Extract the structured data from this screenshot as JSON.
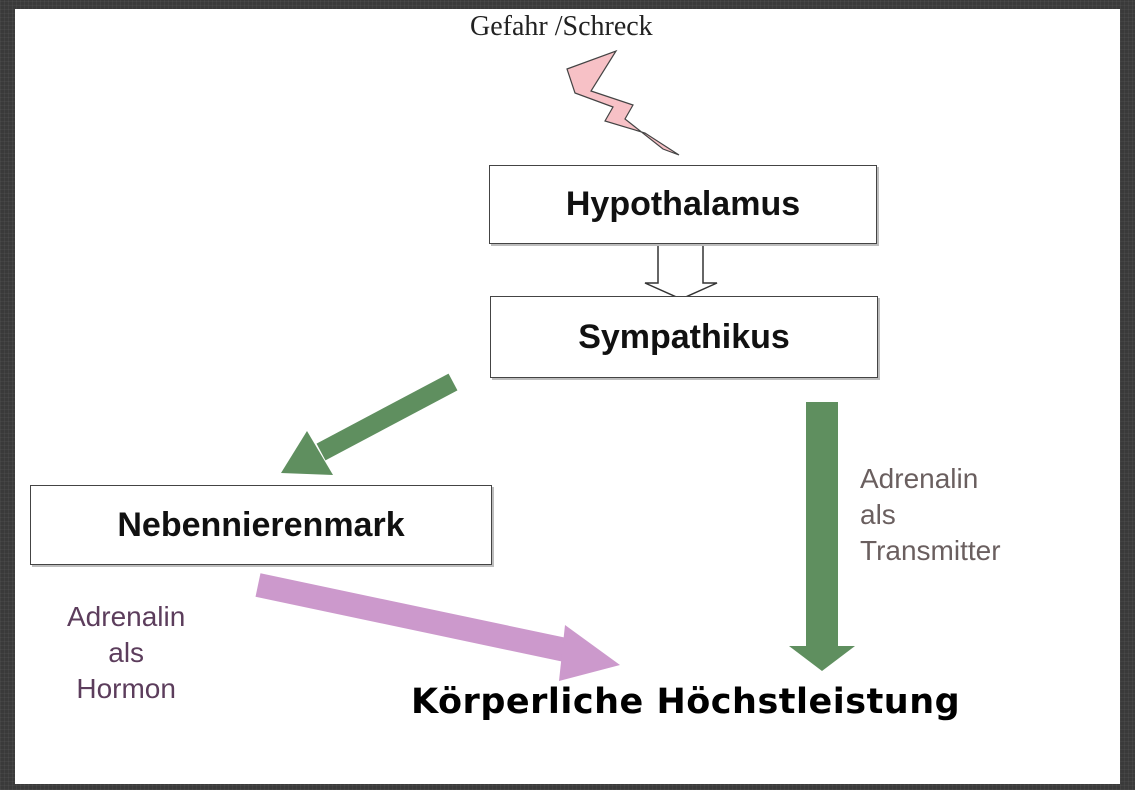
{
  "diagram": {
    "trigger_label": "Gefahr /Schreck",
    "nodes": {
      "hypothalamus": "Hypothalamus",
      "sympathikus": "Sympathikus",
      "nebennierenmark": "Nebennierenmark",
      "result": "Körperliche Höchstleistung"
    },
    "edge_labels": {
      "transmitter": [
        "Adrenalin",
        "als",
        "Transmitter"
      ],
      "hormon": [
        "Adrenalin",
        "als",
        "Hormon"
      ]
    },
    "colors": {
      "lightning": "#f7c1c6",
      "green_arrow": "#5f8f5f",
      "pink_arrow": "#cc99cc",
      "outline_arrow": "#333333",
      "background_frame": "#3a3a3a"
    }
  }
}
